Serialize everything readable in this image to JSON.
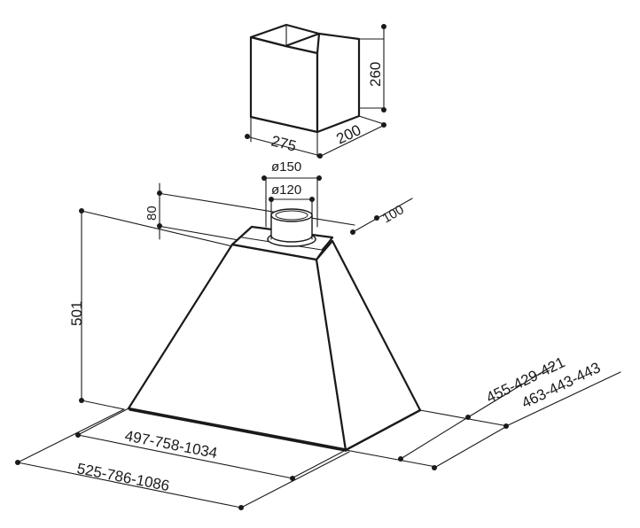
{
  "dimensions": {
    "chimney_height": "260",
    "chimney_width": "275",
    "chimney_depth": "200",
    "outlet_outer": "ø150",
    "outlet_inner": "ø120",
    "collar_height": "80",
    "collar_offset": "100",
    "hood_height": "501",
    "inner_widths": "497-758-1034",
    "outer_widths": "525-786-1086",
    "inner_depths": "455-429-421",
    "outer_depths": "463-443-443"
  },
  "colors": {
    "line": "#1a1a1a",
    "background": "#ffffff"
  }
}
